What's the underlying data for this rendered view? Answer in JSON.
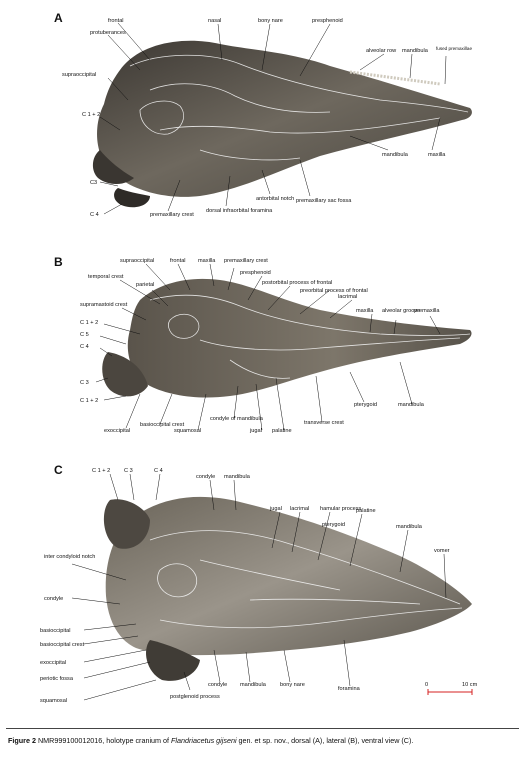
{
  "panels": [
    {
      "letter": "A",
      "labels": {
        "frontal": "frontal",
        "protuberances": "protuberances",
        "supraoccipital": "supraoccipital",
        "c12": "C 1 + 2",
        "c3": "C3",
        "c4": "C 4",
        "premaxillary_crest": "premaxillary crest",
        "nasal": "nasal",
        "bony_nare": "bony nare",
        "presphenoid": "presphenoid",
        "alveolar_row": "alveolar row",
        "mandibula_top": "mandibula",
        "fused_premaxillae": "fused premaxillae",
        "mandibula_right": "mandibula",
        "maxilla": "maxilla",
        "premaxillary_sac_fossa": "premaxillary sac fossa",
        "antorbital_notch": "antorbital notch",
        "dorsal_infraorbital_foramina": "dorsal infraorbital foramina"
      }
    },
    {
      "letter": "B",
      "labels": {
        "supraoccipital": "supraoccipital",
        "frontal": "frontal",
        "maxilla_top": "maxilla",
        "premaxillary_crest": "premaxillary crest",
        "presphenoid": "presphenoid",
        "postorbital_process": "postorbital process of frontal",
        "preorbital_process": "preorbital process of frontal",
        "lacrimal": "lacrimal",
        "temporal_crest": "temporal crest",
        "parietal": "parietal",
        "supramastoid_crest": "supramastoid crest",
        "c12": "C 1 + 2",
        "c5": "C 5",
        "c4": "C 4",
        "c3": "C 3",
        "c12b": "C 1 + 2",
        "maxilla_right": "maxilla",
        "alveolar_groove": "alveolar groove",
        "premaxilla": "premaxilla",
        "exoccipital": "exoccipital",
        "basioccipital_crest": "basioccipital crest",
        "squamosal": "squamosal",
        "condyle_of_mandibula": "condyle of mandibula",
        "jugal": "jugal",
        "palatine": "palatine",
        "transverse_crest": "transverse crest",
        "pterygoid": "pterygoid",
        "mandibula": "mandibula"
      }
    },
    {
      "letter": "C",
      "labels": {
        "c12": "C 1 + 2",
        "c3": "C 3",
        "c4": "C 4",
        "condyle_top": "condyle",
        "mandibula_top": "mandibula",
        "jugal": "jugal",
        "lacrimal": "lacrimal",
        "hamular_process": "hamular process",
        "pterygoid": "pterygoid",
        "palatine": "palatine",
        "mandibula_right": "mandibula",
        "vomer": "vomer",
        "intercondyloid_notch": "inter condyloid notch",
        "condyle_left": "condyle",
        "basioccipital": "basioccipital",
        "basioccipital_crest": "basioccipital crest",
        "exoccipital": "exoccipital",
        "periotic_fossa": "periotic fossa",
        "squamosal": "squamosal",
        "postglenoid_process": "postglenoid process",
        "condyle_bottom": "condyle",
        "mandibula_bottom": "mandibula",
        "bony_nare": "bony nare",
        "foramina": "foramina",
        "scale_zero": "0",
        "scale_ten": "10 cm"
      }
    }
  ],
  "caption": {
    "label": "Figure 2",
    "text_before": " NMR999100012016, holotype cranium of ",
    "taxon": "Flandriacetus gijseni",
    "text_after": " gen. et sp. nov., dorsal (A), lateral (B), ventral view (C)."
  },
  "colors": {
    "scale_bar": "#d42020",
    "bone_dark": "#4a4640",
    "bone_light": "#8a8478"
  }
}
